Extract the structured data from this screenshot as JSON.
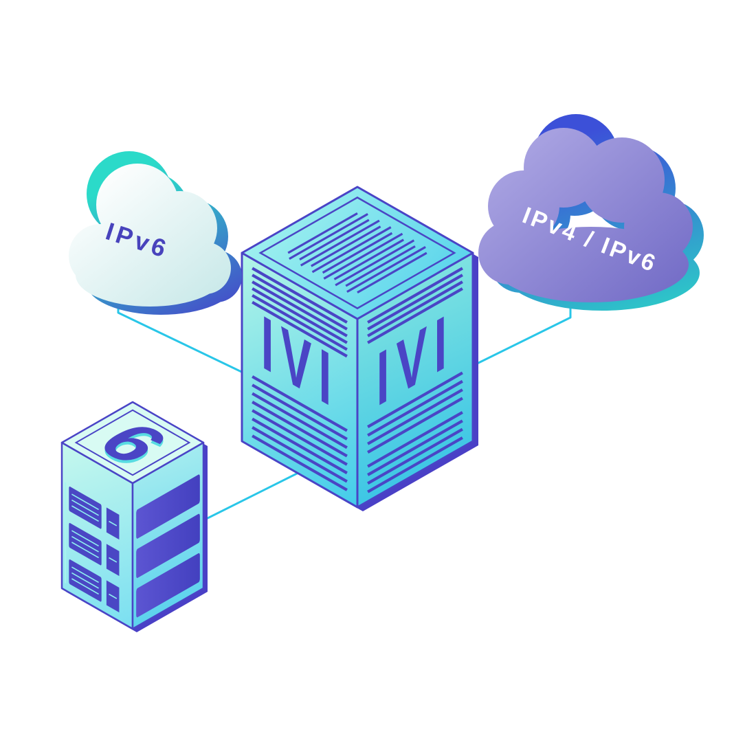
{
  "diagram": {
    "background": "#ffffff",
    "edge_color": "#29c6e8",
    "nodes": {
      "ipv6_cloud": {
        "type": "cloud",
        "label": "IPv6",
        "label_color": "#4843bc"
      },
      "ipv4_ipv6_cloud": {
        "type": "cloud",
        "label": "IPv4 / IPv6",
        "label_color": "#ffffff"
      },
      "ivi_box": {
        "type": "isometric-cube",
        "label_left": "IVI",
        "label_right": "IVI",
        "label_color": "#4a45c5"
      },
      "server": {
        "type": "server-rack",
        "label": "6",
        "label_color": "#4a45c5"
      }
    },
    "edges": [
      {
        "from": "ipv6_cloud",
        "to": "ivi_box"
      },
      {
        "from": "ipv4_ipv6_cloud",
        "to": "ivi_box"
      },
      {
        "from": "server",
        "to": "ivi_box"
      }
    ],
    "palette": {
      "indigo": "#4a44c6",
      "stripe_indigo": "#4a45c5",
      "cyan_line": "#29c6e8",
      "teal": "#2bd9c8",
      "blue": "#3a50d8",
      "cloud_purple": "#8079cc",
      "face_cyan_light": "#b4f5e7",
      "face_cyan": "#43ccea"
    }
  }
}
